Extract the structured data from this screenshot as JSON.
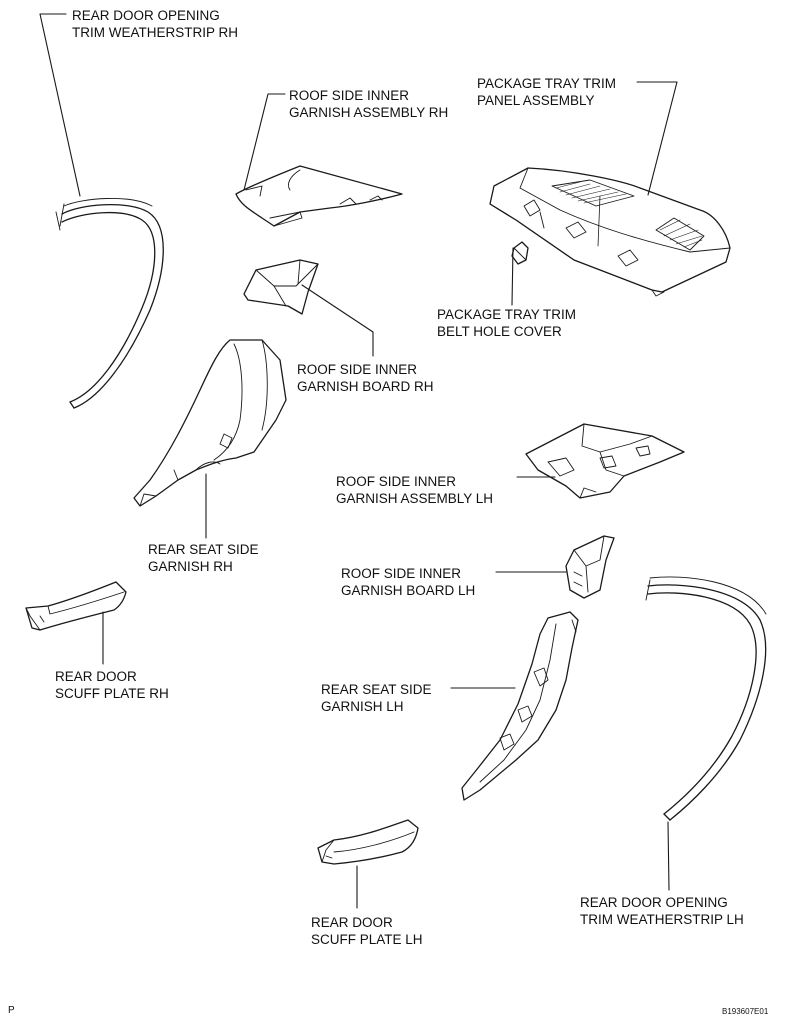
{
  "labels": {
    "rear_door_opening_rh": [
      "REAR DOOR OPENING",
      "TRIM WEATHERSTRIP RH"
    ],
    "roof_side_inner_garnish_assembly_rh": [
      "ROOF SIDE INNER",
      "GARNISH ASSEMBLY RH"
    ],
    "package_tray_trim_panel_assembly": [
      "PACKAGE TRAY TRIM",
      "PANEL ASSEMBLY"
    ],
    "package_tray_trim_belt_hole_cover": [
      "PACKAGE TRAY TRIM",
      "BELT HOLE COVER"
    ],
    "roof_side_inner_garnish_board_rh": [
      "ROOF SIDE INNER",
      "GARNISH BOARD RH"
    ],
    "roof_side_inner_garnish_assembly_lh": [
      "ROOF SIDE INNER",
      "GARNISH ASSEMBLY LH"
    ],
    "rear_seat_side_garnish_rh": [
      "REAR SEAT SIDE",
      "GARNISH RH"
    ],
    "roof_side_inner_garnish_board_lh": [
      "ROOF SIDE INNER",
      "GARNISH BOARD LH"
    ],
    "rear_door_scuff_plate_rh": [
      "REAR DOOR",
      "SCUFF PLATE RH"
    ],
    "rear_seat_side_garnish_lh": [
      "REAR SEAT SIDE",
      "GARNISH LH"
    ],
    "rear_door_opening_lh": [
      "REAR DOOR OPENING",
      "TRIM WEATHERSTRIP LH"
    ],
    "rear_door_scuff_plate_lh": [
      "REAR DOOR",
      "SCUFF PLATE LH"
    ]
  },
  "corner_mark": "P",
  "figure_code": "B193607E01"
}
